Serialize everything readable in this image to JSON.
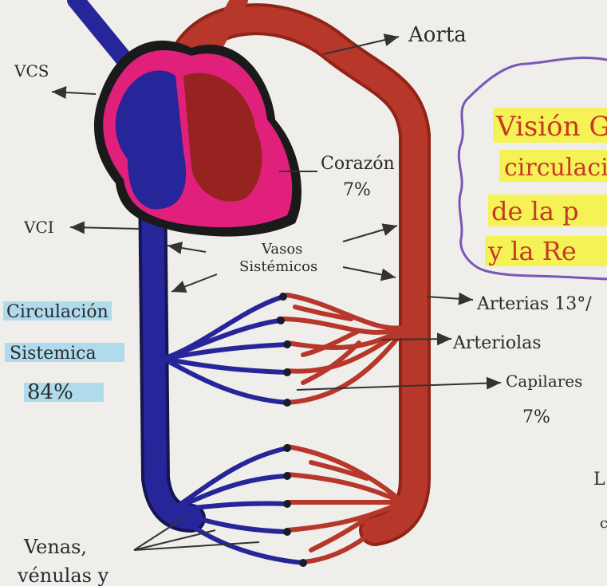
{
  "labels": {
    "aorta": "Aorta",
    "vcs": "VCS",
    "vci": "VCI",
    "heart_name": "Corazón",
    "heart_pct": "7%",
    "vasos_line1": "Vasos",
    "vasos_line2": "Sistémicos",
    "arterias": "Arterias 13°/",
    "arteriolas": "Arteriolas",
    "capilares_name": "Capilares",
    "capilares_pct": "7%",
    "circ_line1": "Circulación",
    "circ_line2": "Sistemica",
    "circ_pct": "84%",
    "venas_line1": "Venas,",
    "venas_line2": "vénulas y"
  },
  "title_box": {
    "line1": "Visión G",
    "line2": "circulació",
    "line3": "de la p",
    "line4": "y la Re"
  },
  "colors": {
    "venous": "#26259a",
    "arterial": "#b7372a",
    "arterial_dark": "#8f2417",
    "heart_pink": "#e0207a",
    "highlight_yellow": "#f4f23a",
    "highlight_blue": "#9fd6ee",
    "cloud_purple": "#7a55b8",
    "title_red": "#c43a24"
  }
}
